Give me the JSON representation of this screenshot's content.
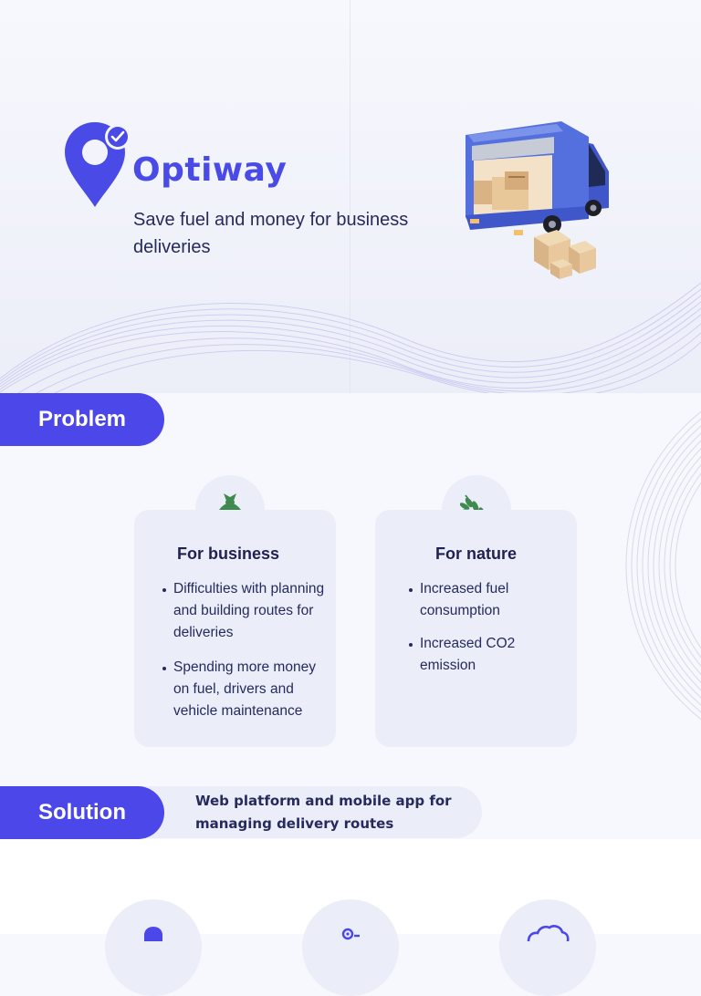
{
  "hero": {
    "brand": "Optiway",
    "tagline": "Save fuel  and money for business deliveries"
  },
  "problem": {
    "label": "Problem",
    "cards": [
      {
        "icon": "money-bag-icon",
        "title": "For business",
        "bullets": [
          "Difficulties with planning and building routes for deliveries",
          "Spending more money on fuel, drivers and vehicle maintenance"
        ]
      },
      {
        "icon": "leaf-icon",
        "title": "For nature",
        "bullets": [
          "Increased fuel consumption",
          "Increased CO2 emission"
        ]
      }
    ]
  },
  "solution": {
    "label": "Solution",
    "text": "Web platform and mobile app for managing delivery routes"
  },
  "colors": {
    "accent": "#4b47e8",
    "brand_text": "#4a4ae6",
    "card_bg": "#ebeef9",
    "icon_green": "#3f8a4e",
    "text_dark": "#1f2150"
  }
}
